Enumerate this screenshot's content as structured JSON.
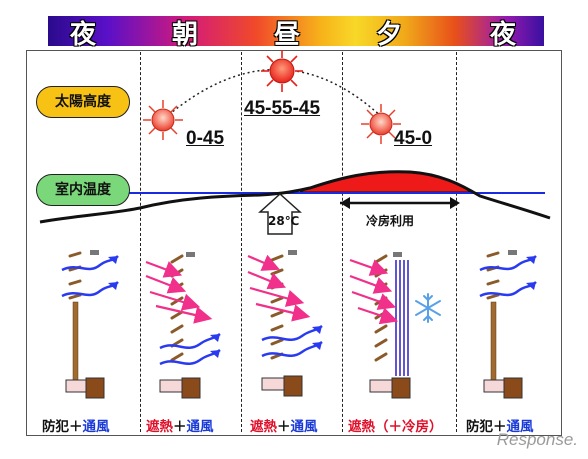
{
  "time_bands": [
    {
      "label": "夜"
    },
    {
      "label": "朝"
    },
    {
      "label": "昼"
    },
    {
      "label": "夕"
    },
    {
      "label": "夜"
    }
  ],
  "labels": {
    "solar_altitude": "太陽高度",
    "indoor_temp": "室内温度"
  },
  "sun_angles": {
    "morning": "0-45",
    "noon": "45-55-45",
    "evening": "45-0"
  },
  "temperature_threshold": "28℃",
  "cooling_use": "冷房利用",
  "captions": [
    {
      "a": "防犯",
      "plus": "＋",
      "b": "通風",
      "a_color": "black",
      "b_color": "blue"
    },
    {
      "a": "遮熱",
      "plus": "＋",
      "b": "通風",
      "a_color": "red",
      "b_color": "blue"
    },
    {
      "a": "遮熱",
      "plus": "＋",
      "b": "通風",
      "a_color": "red",
      "b_color": "blue"
    },
    {
      "a": "遮熱",
      "plus": "（＋",
      "b": "冷房）",
      "a_color": "red",
      "b_color": "red"
    },
    {
      "a": "防犯",
      "plus": "＋",
      "b": "通風",
      "a_color": "black",
      "b_color": "blue"
    }
  ],
  "watermark": "Response.",
  "colors": {
    "sun_fill": "#f24a3a",
    "heat_area": "#ee1a1a",
    "temp_line": "#1a2ae0",
    "pink_arrow": "#f0308a",
    "blue_arrow": "#2a3af0",
    "label_bubble": "#f8c214",
    "indoor_bubble": "#7ad87a"
  }
}
